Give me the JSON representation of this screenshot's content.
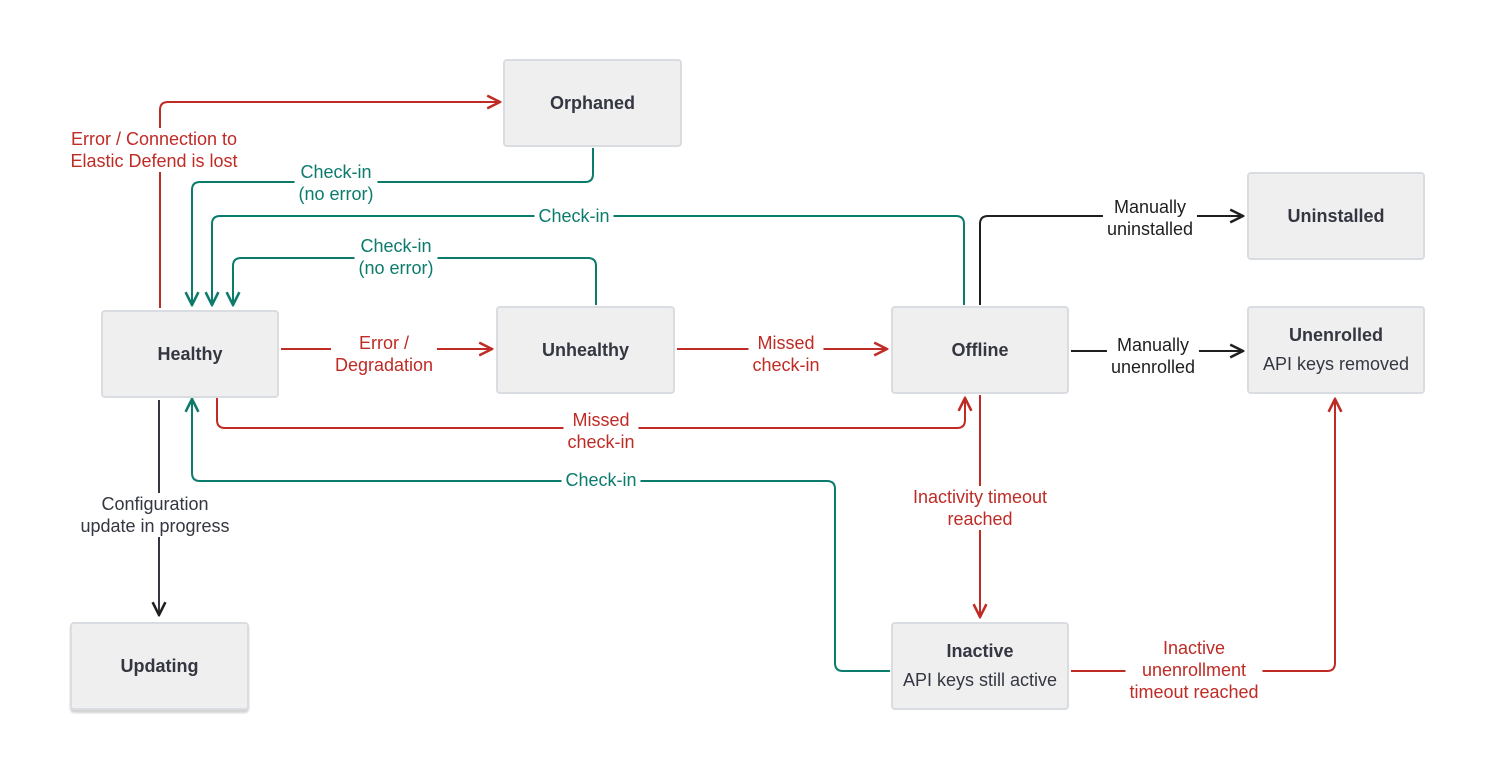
{
  "colors": {
    "red": "#bf2b25",
    "teal": "#0b7b6c",
    "dark": "#1f1f1f",
    "gray": "#343741",
    "node_fill": "#efeff0",
    "node_border": "#d9dde2"
  },
  "nodes": {
    "orphaned": {
      "title": "Orphaned"
    },
    "healthy": {
      "title": "Healthy"
    },
    "unhealthy": {
      "title": "Unhealthy"
    },
    "offline": {
      "title": "Offline"
    },
    "uninstalled": {
      "title": "Uninstalled"
    },
    "unenrolled": {
      "title": "Unenrolled",
      "sub": "API keys removed"
    },
    "updating": {
      "title": "Updating"
    },
    "inactive": {
      "title": "Inactive",
      "sub": "API keys still active"
    }
  },
  "labels": {
    "error_connection": "Error / Connection to\nElastic Defend is lost",
    "checkin_no_error_top": "Check-in\n(no error)",
    "checkin_offline": "Check-in",
    "checkin_no_error_unhealthy": "Check-in\n(no error)",
    "error_degradation": "Error /\nDegradation",
    "missed_checkin_unhealthy": "Missed\ncheck-in",
    "missed_checkin_healthy": "Missed\ncheck-in",
    "checkin_inactive": "Check-in",
    "config_update": "Configuration\nupdate in progress",
    "manually_uninstalled": "Manually\nuninstalled",
    "manually_unenrolled": "Manually\nunenrolled",
    "inactivity_timeout": "Inactivity timeout\nreached",
    "inactive_unenroll_timeout": "Inactive\nunenrollment\ntimeout reached"
  }
}
